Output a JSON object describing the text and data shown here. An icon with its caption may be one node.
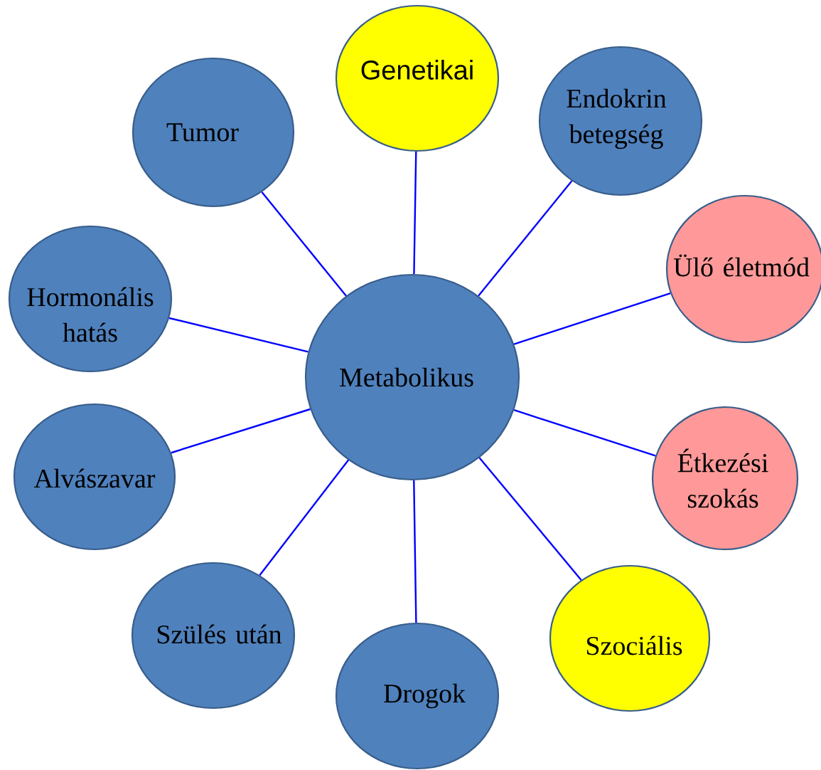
{
  "diagram": {
    "nodes": [
      {
        "text": [
          "Metabolikus"
        ]
      },
      {
        "text": [
          "Genetikai"
        ]
      },
      {
        "text": [
          "Endokrin betegség"
        ]
      },
      {
        "text": [
          "Ülő életmód"
        ]
      },
      {
        "text": [
          "Étkezési szokás"
        ]
      },
      {
        "text": [
          "Szociális"
        ]
      },
      {
        "text": [
          "Drogok"
        ]
      },
      {
        "text": [
          "Szülés után"
        ]
      },
      {
        "text": [
          "Alvászavar"
        ]
      },
      {
        "text": [
          "Hormonális hatás"
        ]
      },
      {
        "text": [
          "Tumor"
        ]
      }
    ],
    "edges": [
      {
        "from": 0,
        "to": 1,
        "arrow": "none"
      },
      {
        "from": 0,
        "to": 2,
        "arrow": "none"
      },
      {
        "from": 0,
        "to": 3,
        "arrow": "none"
      },
      {
        "from": 0,
        "to": 4,
        "arrow": "none"
      },
      {
        "from": 0,
        "to": 5,
        "arrow": "none"
      },
      {
        "from": 0,
        "to": 6,
        "arrow": "none"
      },
      {
        "from": 0,
        "to": 7,
        "arrow": "none"
      },
      {
        "from": 0,
        "to": 8,
        "arrow": "none"
      },
      {
        "from": 0,
        "to": 9,
        "arrow": "none"
      },
      {
        "from": 0,
        "to": 10,
        "arrow": "none"
      }
    ]
  }
}
